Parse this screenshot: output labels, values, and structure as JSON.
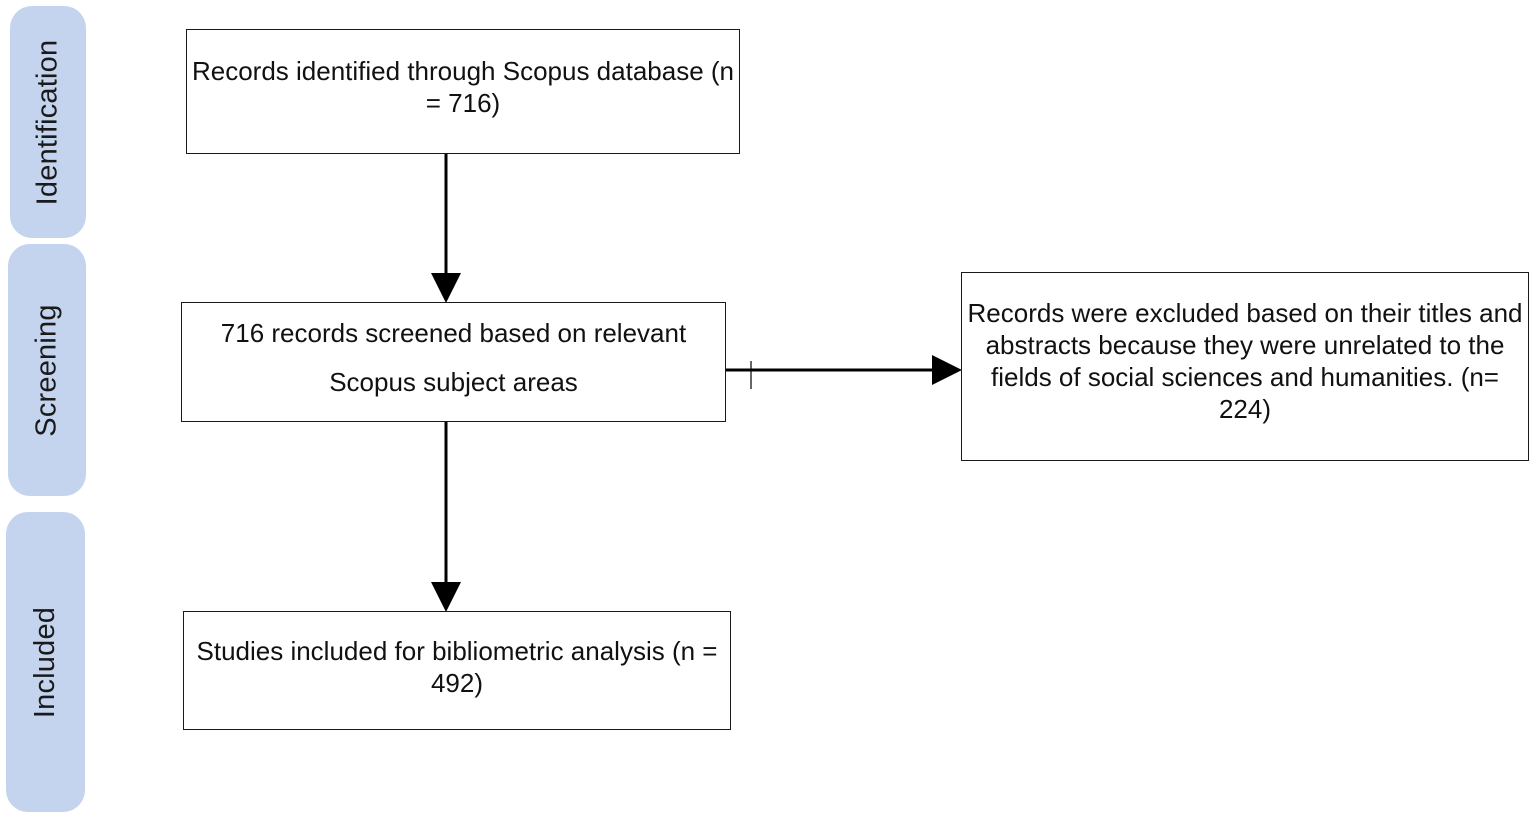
{
  "stages": {
    "identification": "Identification",
    "screening": "Screening",
    "included": "Included"
  },
  "boxes": {
    "identified": "Records identified through Scopus database (n = 716)",
    "screened": "716 records screened based on relevant Scopus subject areas",
    "excluded": "Records were excluded based on their titles and abstracts because they were unrelated to the fields of social sciences and humanities. (n= 224)",
    "included": "Studies included for bibliometric analysis (n = 492)"
  },
  "colors": {
    "stage_fill": "#c4d4ee",
    "box_border": "#1a1a1a",
    "arrow": "#000000"
  }
}
